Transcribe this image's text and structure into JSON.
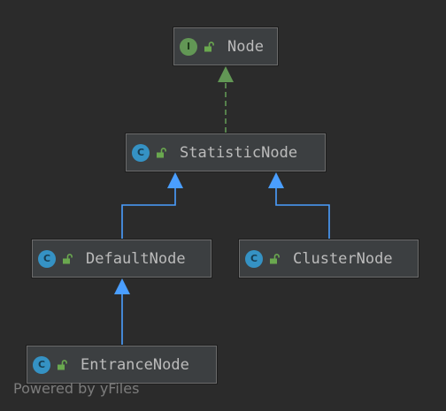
{
  "nodes": [
    {
      "id": "node",
      "label": "Node",
      "kind": "interface",
      "kind_letter": "I"
    },
    {
      "id": "statistic",
      "label": "StatisticNode",
      "kind": "class",
      "kind_letter": "C"
    },
    {
      "id": "default",
      "label": "DefaultNode",
      "kind": "class",
      "kind_letter": "C"
    },
    {
      "id": "cluster",
      "label": "ClusterNode",
      "kind": "class",
      "kind_letter": "C"
    },
    {
      "id": "entrance",
      "label": "EntranceNode",
      "kind": "class",
      "kind_letter": "C"
    }
  ],
  "edges": [
    {
      "from": "statistic",
      "to": "node",
      "type": "implements"
    },
    {
      "from": "default",
      "to": "statistic",
      "type": "extends"
    },
    {
      "from": "cluster",
      "to": "statistic",
      "type": "extends"
    },
    {
      "from": "entrance",
      "to": "default",
      "type": "extends"
    }
  ],
  "colors": {
    "implements_edge": "#629755",
    "extends_edge": "#4a9eff",
    "interface_badge": "#629755",
    "class_badge": "#3592c4",
    "lock_icon": "#6aa84f"
  },
  "watermark": "Powered by yFiles"
}
